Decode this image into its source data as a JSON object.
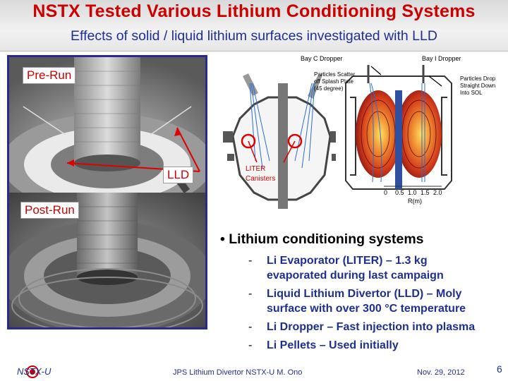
{
  "title": "NSTX Tested Various Lithium Conditioning Systems",
  "subtitle": "Effects of solid / liquid lithium surfaces investigated with LLD",
  "photos": {
    "pre_run_label": "Pre-Run",
    "llld_label": "LLD",
    "post_run_label": "Post-Run"
  },
  "diagram": {
    "bay_c": "Bay C Dropper",
    "bay_i": "Bay I Dropper",
    "left_note": [
      "Particles Scatter",
      "off Splash Plate",
      "(45 degree)"
    ],
    "right_note": [
      "Particles Drop",
      "Straight Down",
      "Into SOL"
    ],
    "liter": [
      "LITER",
      "Canisters"
    ],
    "axis_ticks": [
      "0",
      "0.5",
      "1.0",
      "1.5",
      "2.0"
    ],
    "axis_label": "R(m)"
  },
  "bullets": {
    "main": "• Lithium conditioning systems",
    "items": [
      [
        "Li Evaporator (LITER) – 1.3 kg",
        "evaporated during last campaign"
      ],
      [
        "Liquid Lithium Divertor (LLD) – Moly",
        "surface with over 300 °C temperature"
      ],
      [
        "Li Dropper – Fast injection into plasma"
      ],
      [
        "Li Pellets – Used initially"
      ]
    ],
    "dash": "-"
  },
  "footer": {
    "logo_text": "NSTX-U",
    "center": "JPS Lithium Divertor NSTX-U M. Ono",
    "date": "Nov. 29, 2012",
    "page": "6"
  },
  "colors": {
    "title": "#cc0000",
    "subtitle": "#1f2f8f",
    "frame": "#2a2a8a",
    "bullet_items": "#1f2f8f",
    "liter_label": "#cc0000"
  }
}
